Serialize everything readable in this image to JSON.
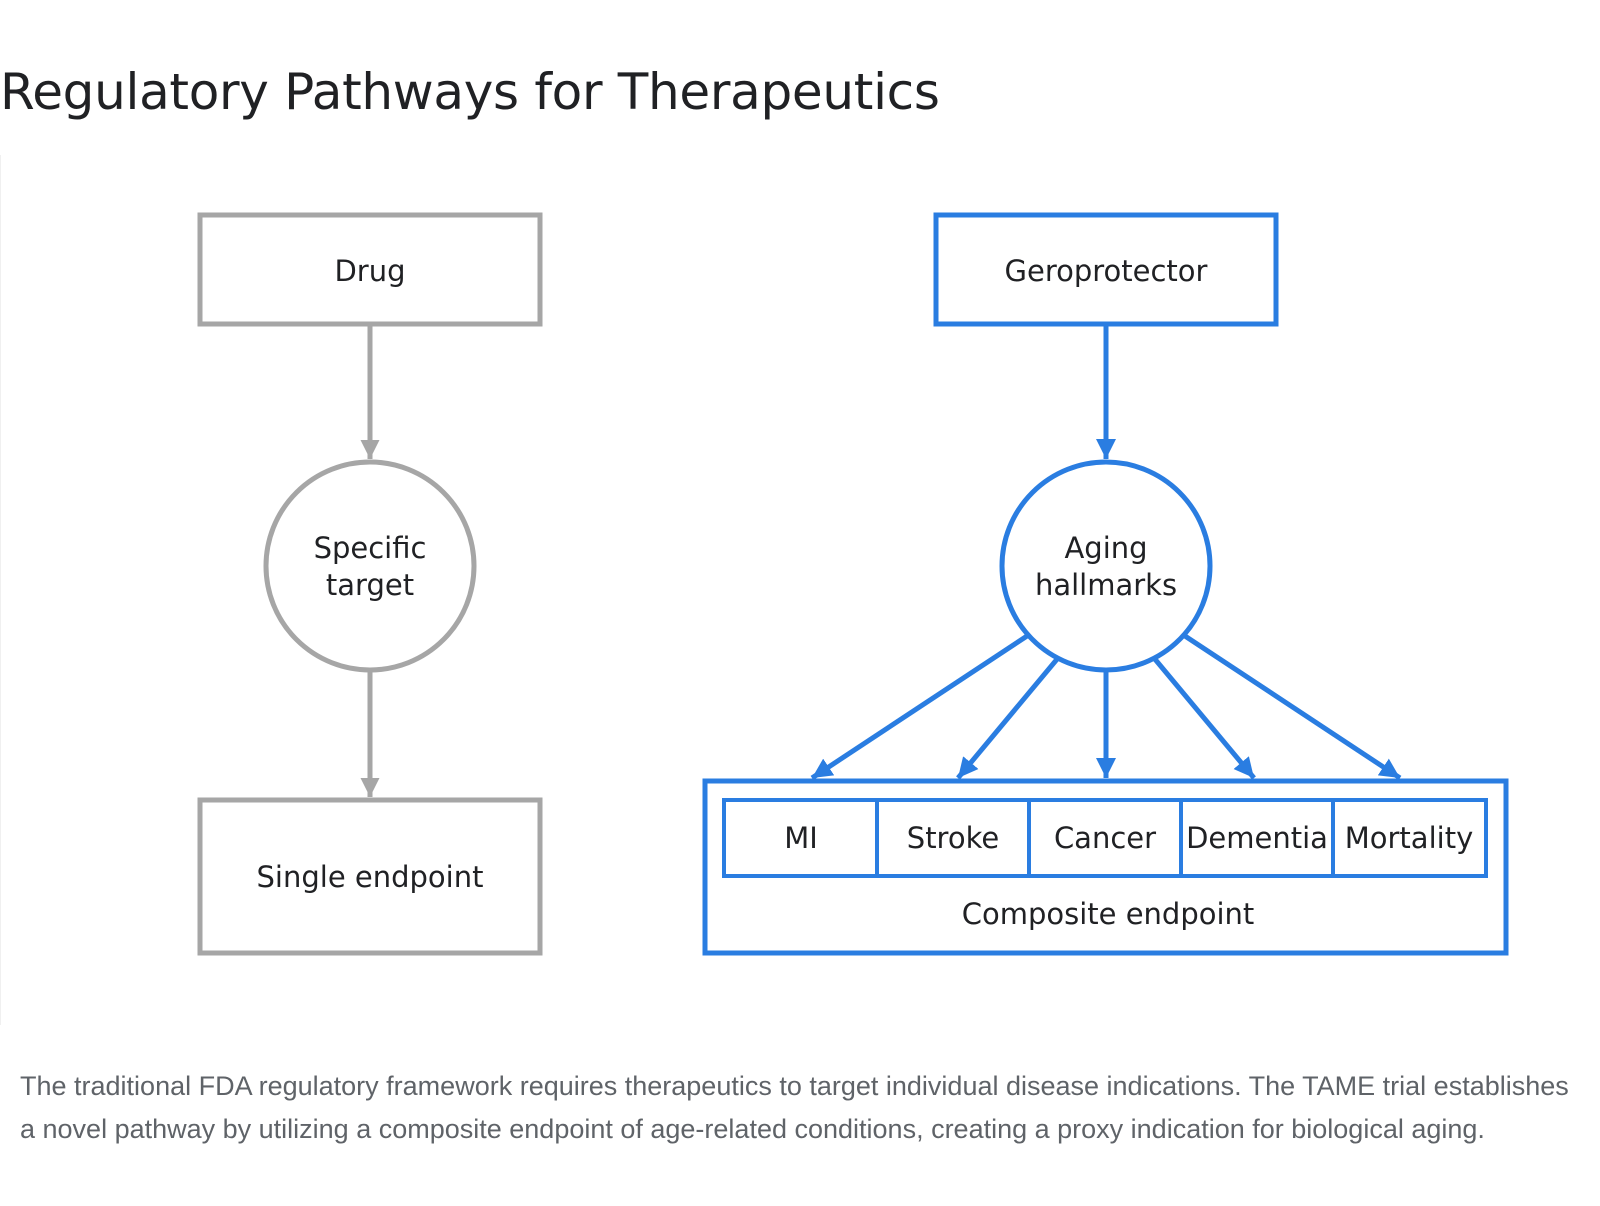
{
  "page": {
    "title": "Regulatory Pathways for Therapeutics",
    "caption": "The traditional FDA regulatory framework requires therapeutics to target individual disease indications. The TAME trial establishes a novel pathway by utilizing a composite endpoint of age-related conditions, creating a proxy indication for biological aging."
  },
  "colors": {
    "traditional": "#a6a6a6",
    "geroprotector": "#2a7de1",
    "text": "#202124",
    "caption": "#5f6368"
  },
  "traditional": {
    "drug": "Drug",
    "target_line1": "Specific",
    "target_line2": "target",
    "endpoint": "Single endpoint"
  },
  "geroscience": {
    "geroprotector": "Geroprotector",
    "hallmarks_line1": "Aging",
    "hallmarks_line2": "hallmarks",
    "conditions": [
      "MI",
      "Stroke",
      "Cancer",
      "Dementia",
      "Mortality"
    ],
    "composite_endpoint": "Composite endpoint"
  }
}
